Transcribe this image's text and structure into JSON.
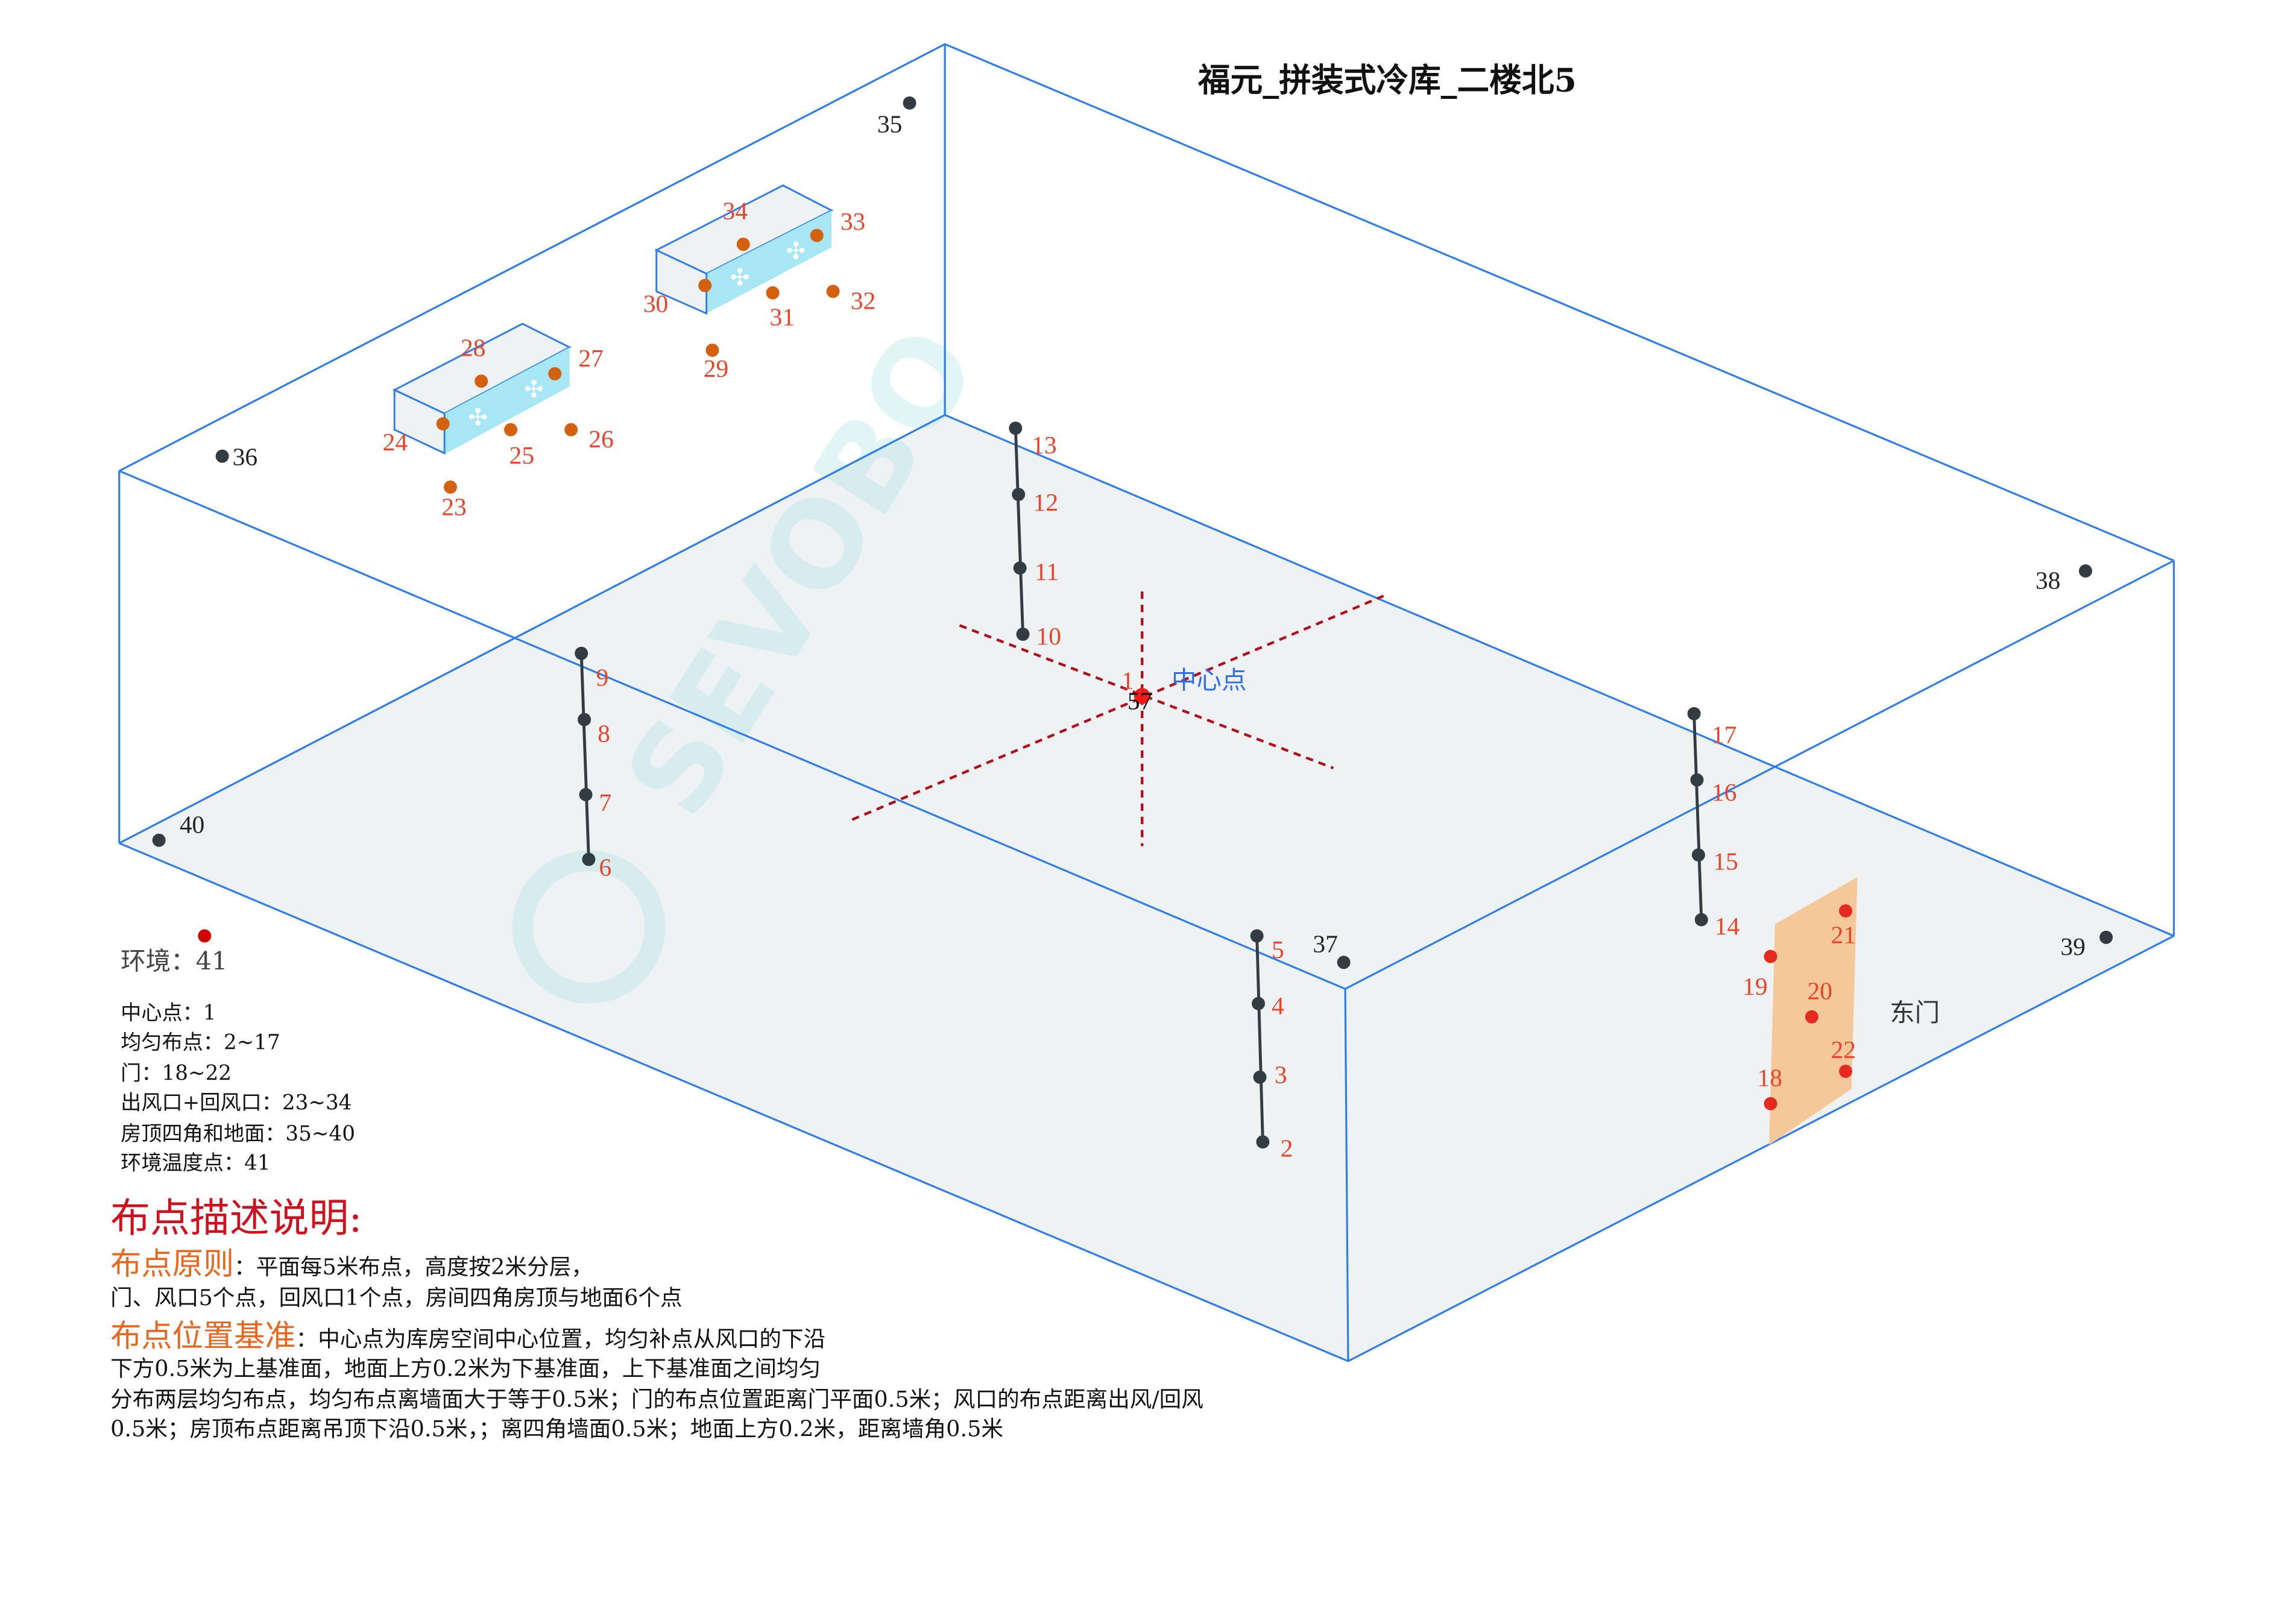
{
  "title": "福元_拼装式冷库_二楼北5",
  "watermark": "SEVOBO",
  "center_label": "中心点",
  "door_label": "东门",
  "env_label": "环境：41",
  "colors": {
    "edge": "#2f7de8",
    "floor": "#eef2f3",
    "probe": "#333c43",
    "number": "#e8442a",
    "vent": "#d4610f",
    "door_fill": "#f5c89a",
    "door_point": "#e52b1f",
    "center": "#ff1a1a",
    "env": "#d00000",
    "unit_face": "#a6e6f5",
    "heading_red": "#d0101c",
    "heading_orange": "#e8661e"
  },
  "points": {
    "1": "1",
    "2": "2",
    "3": "3",
    "4": "4",
    "5": "5",
    "6": "6",
    "7": "7",
    "8": "8",
    "9": "9",
    "10": "10",
    "11": "11",
    "12": "12",
    "13": "13",
    "14": "14",
    "15": "15",
    "16": "16",
    "17": "17",
    "18": "18",
    "19": "19",
    "20": "20",
    "21": "21",
    "22": "22",
    "23": "23",
    "24": "24",
    "25": "25",
    "26": "26",
    "27": "27",
    "28": "28",
    "29": "29",
    "30": "30",
    "31": "31",
    "32": "32",
    "33": "33",
    "34": "34",
    "35": "35",
    "36": "36",
    "37": "37",
    "38": "38",
    "39": "39",
    "40": "40",
    "57": "57"
  },
  "legend": [
    "中心点：1",
    "均匀布点：2~17",
    "门：18~22",
    "出风口+回风口：23~34",
    "房顶四角和地面：35~40",
    "环境温度点：41"
  ],
  "description": {
    "heading": "布点描述说明:",
    "principle_label": "布点原则",
    "principle_lines": [
      "：平面每5米布点，高度按2米分层，",
      "门、风口5个点，回风口1个点，房间四角房顶与地面6个点"
    ],
    "basis_label": "布点位置基准",
    "basis_lines": [
      "：中心点为库房空间中心位置，均匀补点从风口的下沿",
      "下方0.5米为上基准面，地面上方0.2米为下基准面，上下基准面之间均匀",
      "分布两层均匀布点，均匀布点离墙面大于等于0.5米；门的布点位置距离门平面0.5米；风口的布点距离出风/回风",
      "0.5米；房顶布点距离吊顶下沿0.5米，；离四角墙面0.5米；地面上方0.2米，距离墙角0.5米"
    ]
  }
}
